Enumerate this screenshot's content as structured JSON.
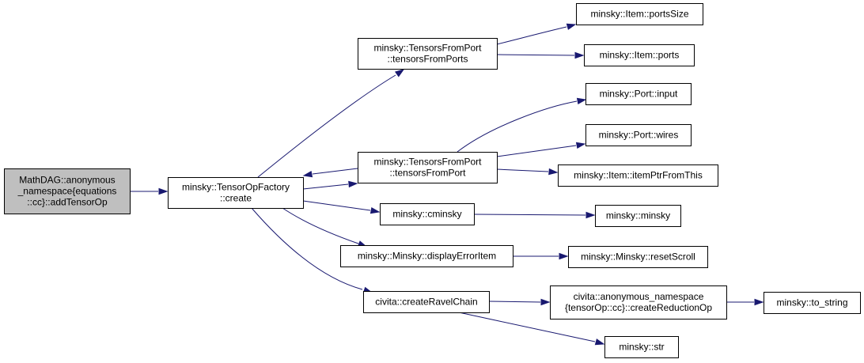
{
  "diagram": {
    "type": "call-graph",
    "edge_color": "#191970",
    "root_fill": "#bfbfbf",
    "nodes": [
      {
        "id": "root",
        "lines": [
          "MathDAG::anonymous",
          "_namespace{equations",
          "::cc}::addTensorOp"
        ],
        "root": true
      },
      {
        "id": "create",
        "lines": [
          "minsky::TensorOpFactory",
          "::create"
        ]
      },
      {
        "id": "tfpPorts",
        "lines": [
          "minsky::TensorsFromPort",
          "::tensorsFromPorts"
        ]
      },
      {
        "id": "tfpPort",
        "lines": [
          "minsky::TensorsFromPort",
          "::tensorsFromPort"
        ]
      },
      {
        "id": "cminsky",
        "lines": [
          "minsky::cminsky"
        ]
      },
      {
        "id": "displayError",
        "lines": [
          "minsky::Minsky::displayErrorItem"
        ]
      },
      {
        "id": "ravel",
        "lines": [
          "civita::createRavelChain"
        ]
      },
      {
        "id": "portsSize",
        "lines": [
          "minsky::Item::portsSize"
        ]
      },
      {
        "id": "ports",
        "lines": [
          "minsky::Item::ports"
        ]
      },
      {
        "id": "portInput",
        "lines": [
          "minsky::Port::input"
        ]
      },
      {
        "id": "portWires",
        "lines": [
          "minsky::Port::wires"
        ]
      },
      {
        "id": "itemPtr",
        "lines": [
          "minsky::Item::itemPtrFromThis"
        ]
      },
      {
        "id": "minskyFn",
        "lines": [
          "minsky::minsky"
        ]
      },
      {
        "id": "resetScroll",
        "lines": [
          "minsky::Minsky::resetScroll"
        ]
      },
      {
        "id": "reduction",
        "lines": [
          "civita::anonymous_namespace",
          "{tensorOp::cc}::createReductionOp"
        ]
      },
      {
        "id": "strFn",
        "lines": [
          "minsky::str"
        ]
      },
      {
        "id": "toString",
        "lines": [
          "minsky::to_string"
        ]
      }
    ],
    "edges": [
      [
        "root",
        "create"
      ],
      [
        "create",
        "tfpPorts"
      ],
      [
        "create",
        "tfpPort"
      ],
      [
        "tfpPort",
        "create"
      ],
      [
        "create",
        "cminsky"
      ],
      [
        "create",
        "displayError"
      ],
      [
        "create",
        "ravel"
      ],
      [
        "tfpPorts",
        "portsSize"
      ],
      [
        "tfpPorts",
        "ports"
      ],
      [
        "tfpPort",
        "portInput"
      ],
      [
        "tfpPort",
        "portWires"
      ],
      [
        "tfpPort",
        "itemPtr"
      ],
      [
        "cminsky",
        "minskyFn"
      ],
      [
        "displayError",
        "resetScroll"
      ],
      [
        "ravel",
        "reduction"
      ],
      [
        "ravel",
        "strFn"
      ],
      [
        "reduction",
        "toString"
      ]
    ]
  }
}
